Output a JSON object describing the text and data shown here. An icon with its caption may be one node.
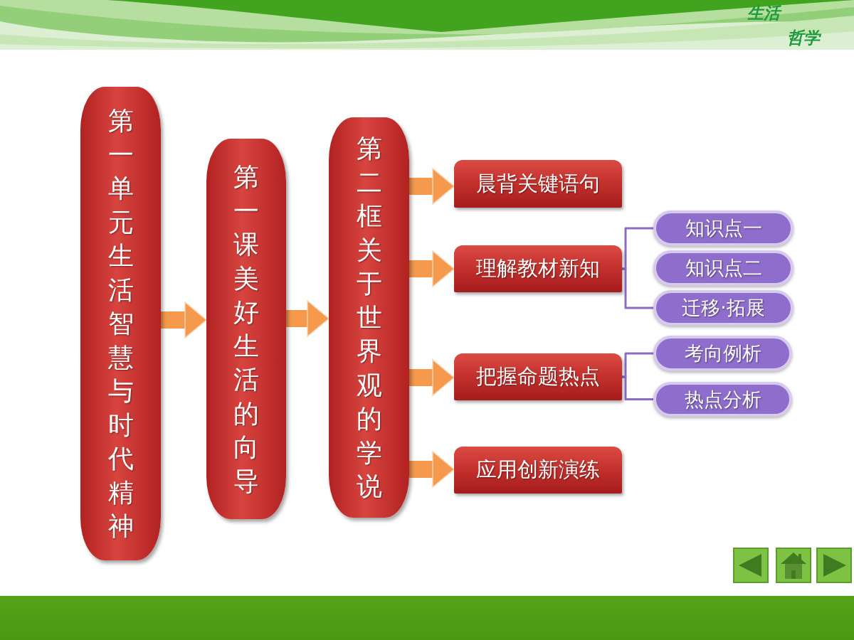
{
  "diagram": {
    "nodes": [
      {
        "text": [
          "第一单元生活智慧与时代精神"
        ]
      },
      {
        "text": [
          "第一课美好生活的向导"
        ]
      },
      {
        "text": [
          "第二框关于世界观的学说"
        ]
      },
      {
        "text": [
          "晨背关键语句"
        ]
      },
      {
        "text": [
          "理解教材新知"
        ]
      },
      {
        "text": [
          "知识点一"
        ]
      },
      {
        "text": [
          "知识点二"
        ]
      },
      {
        "text": [
          "迁移·拓展"
        ]
      },
      {
        "text": [
          "把握命题热点"
        ]
      },
      {
        "text": [
          "考向例析"
        ]
      },
      {
        "text": [
          "热点分析"
        ]
      },
      {
        "text": [
          "应用创新演练"
        ]
      }
    ],
    "edges": [
      {
        "from": 0,
        "to": 1,
        "arrow": "to"
      },
      {
        "from": 1,
        "to": 2,
        "arrow": "to"
      },
      {
        "from": 2,
        "to": 3,
        "arrow": "to"
      },
      {
        "from": 2,
        "to": 4,
        "arrow": "to"
      },
      {
        "from": 2,
        "to": 8,
        "arrow": "to"
      },
      {
        "from": 2,
        "to": 11,
        "arrow": "to"
      },
      {
        "from": 4,
        "to": 5,
        "arrow": "none",
        "color": "#8a6cc6"
      },
      {
        "from": 4,
        "to": 7,
        "arrow": "none",
        "color": "#8a6cc6"
      },
      {
        "from": 8,
        "to": 9,
        "arrow": "none",
        "color": "#8a6cc6"
      },
      {
        "from": 8,
        "to": 10,
        "arrow": "none",
        "color": "#8a6cc6"
      }
    ],
    "labels": [
      "生活",
      "哲学"
    ]
  }
}
